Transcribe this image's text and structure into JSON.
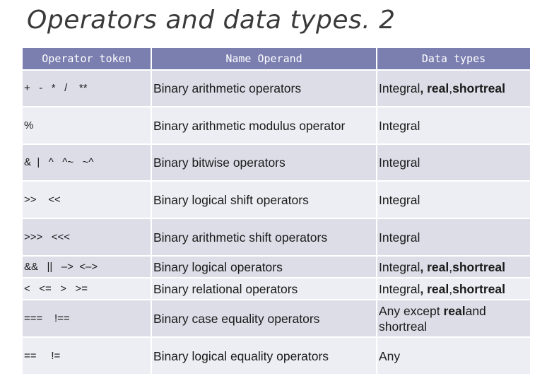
{
  "title": "Operators and data types. 2",
  "headers": [
    "Operator token",
    "Name Operand",
    "Data types"
  ],
  "rows": [
    {
      "token": "+   -   *   /    **",
      "name": "Binary arithmetic operators",
      "types": [
        {
          "t": "Integral"
        },
        {
          "t": ", real",
          "b": true
        },
        {
          "t": ","
        },
        {
          "t": "shortreal",
          "b": true
        }
      ]
    },
    {
      "token": "%",
      "name": "Binary arithmetic modulus operator",
      "types": [
        {
          "t": "Integral"
        }
      ]
    },
    {
      "token": "&  |   ^   ^~   ~^",
      "name": "Binary bitwise operators",
      "types": [
        {
          "t": "Integral"
        }
      ]
    },
    {
      "token": ">>    <<",
      "name": "Binary logical shift operators",
      "types": [
        {
          "t": "Integral"
        }
      ]
    },
    {
      "token": ">>>   <<<",
      "name": "Binary arithmetic shift operators",
      "types": [
        {
          "t": "Integral"
        }
      ]
    },
    {
      "token": "&&   ||   –>  <–>",
      "name": "Binary logical operators",
      "types": [
        {
          "t": "Integral"
        },
        {
          "t": ", real",
          "b": true
        },
        {
          "t": ","
        },
        {
          "t": "shortreal",
          "b": true
        }
      ]
    },
    {
      "token": "<   <=   >   >=",
      "name": "Binary relational operators",
      "types": [
        {
          "t": "Integral"
        },
        {
          "t": ", real",
          "b": true
        },
        {
          "t": ","
        },
        {
          "t": "shortreal",
          "b": true
        }
      ]
    },
    {
      "token": "===    !==",
      "name": "Binary case equality operators",
      "types": [
        {
          "t": "Any except "
        },
        {
          "t": "real",
          "b": true
        },
        {
          "t": "and shortreal"
        }
      ]
    },
    {
      "token": "==     !=",
      "name": "Binary logical equality operators",
      "types": [
        {
          "t": "Any"
        }
      ]
    }
  ]
}
